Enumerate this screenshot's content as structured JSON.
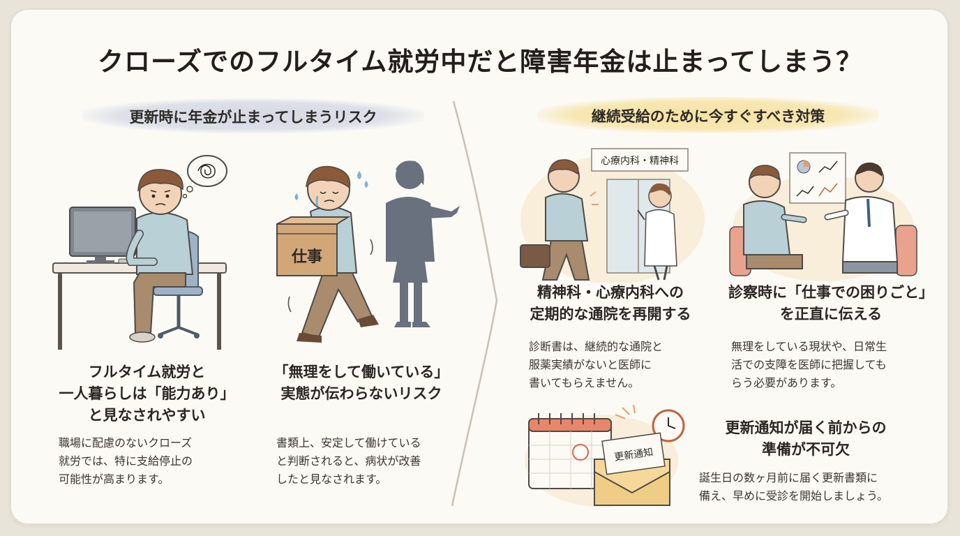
{
  "title": "クローズでのフルタイム就労中だと障害年金は止まってしまう？",
  "left_section": {
    "heading": "更新時に年金が止まってしまうリスク",
    "items": [
      {
        "heading_lines": [
          "フルタイム就労と",
          "一人暮らしは「能力あり」",
          "と見なされやすい"
        ],
        "body_lines": [
          "職場に配慮のないクローズ",
          "就労では、特に支給停止の",
          "可能性が高まります。"
        ]
      },
      {
        "box_label": "仕事",
        "heading_lines": [
          "「無理をして働いている」",
          "実態が伝わらないリスク"
        ],
        "body_lines": [
          "書類上、安定して働けている",
          "と判断されると、病状が改善",
          "したと見なされます。"
        ]
      }
    ]
  },
  "right_section": {
    "heading": "継続受給のために今すぐすべき対策",
    "items": [
      {
        "sign_label": "心療内科・精神科",
        "heading_lines": [
          "精神科・心療内科への",
          "定期的な通院を再開する"
        ],
        "body_lines": [
          "診断書は、継続的な通院と",
          "服薬実績がないと医師に",
          "書いてもらえません。"
        ]
      },
      {
        "heading_lines": [
          "診察時に「仕事での困りごと」",
          "を正直に伝える"
        ],
        "body_lines": [
          "無理をしている現状や、日常生",
          "活での支障を医師に把握しても",
          "らう必要があります。"
        ]
      },
      {
        "envelope_label": "更新通知",
        "heading_lines": [
          "更新通知が届く前からの",
          "準備が不可欠"
        ],
        "body_lines": [
          "誕生日の数ヶ月前に届く更新書類に",
          "備え、早めに受診を開始しましょう。"
        ]
      }
    ]
  },
  "colors": {
    "left_highlight": "#dde0e8",
    "right_highlight": "#f7e7b2",
    "shirt": "#b8d0d6",
    "pants": "#a98b6e",
    "hair": "#8a5a3a",
    "silhouette": "#68717d"
  }
}
